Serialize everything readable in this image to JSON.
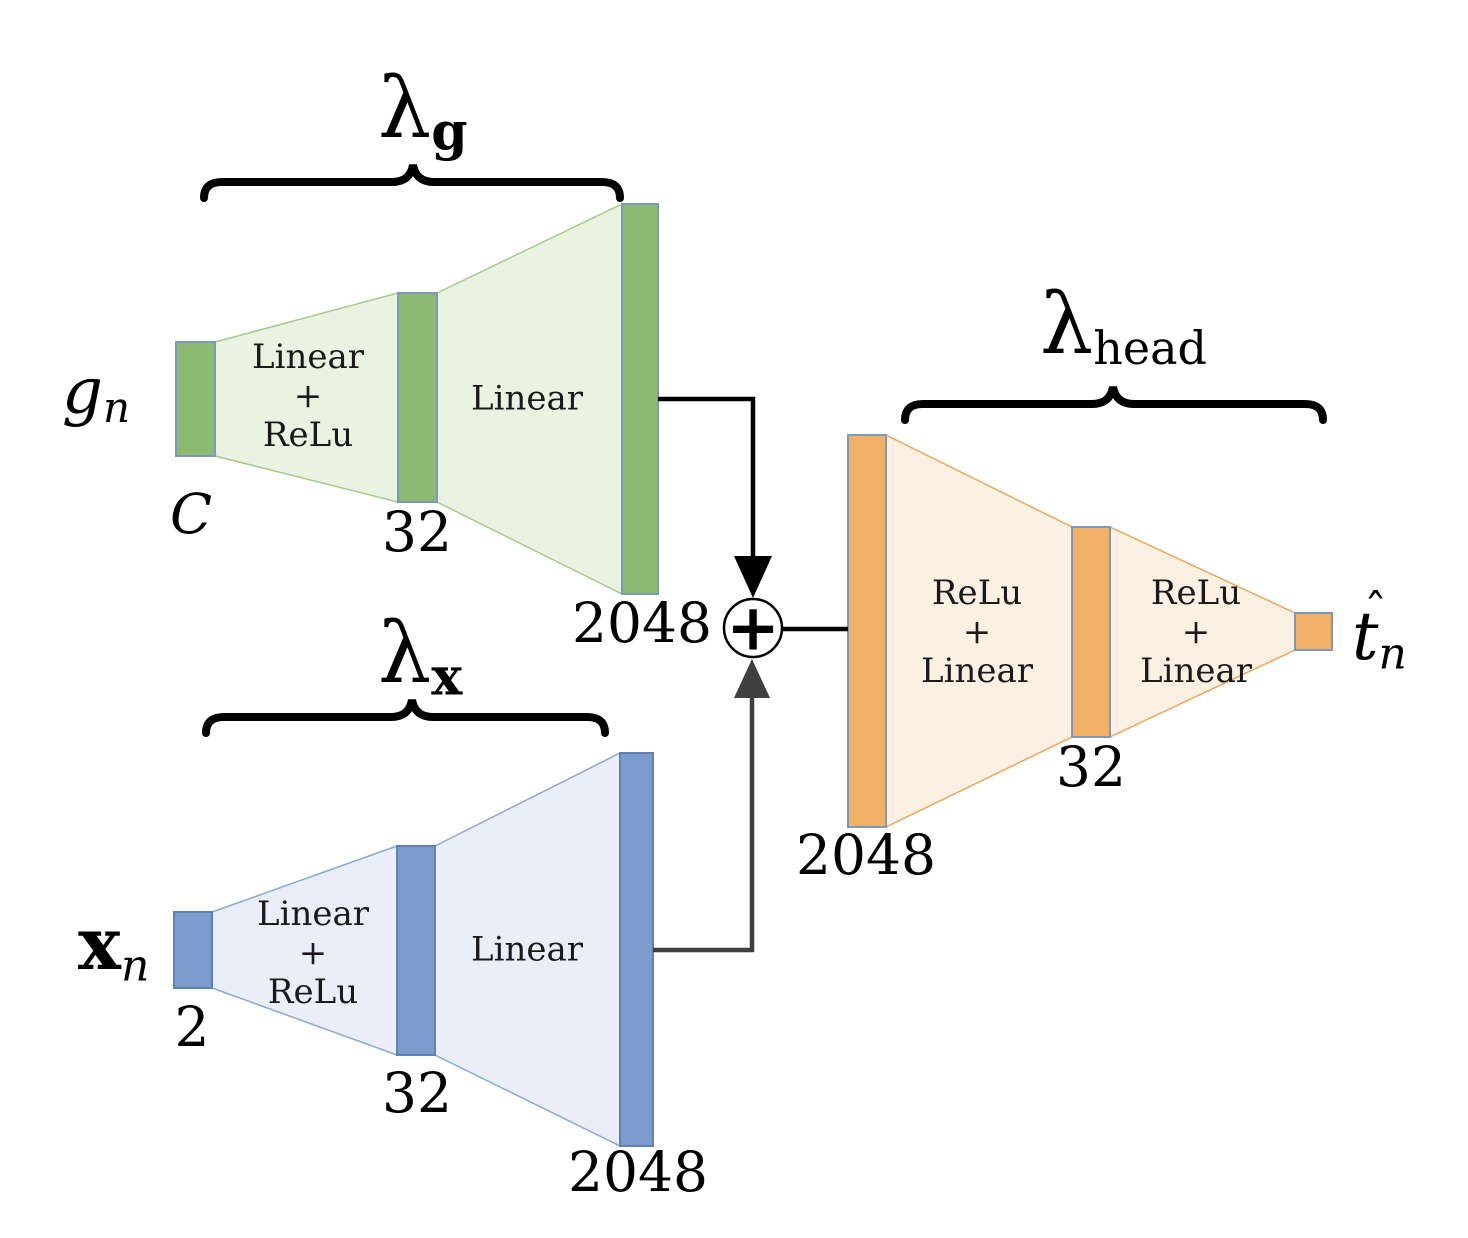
{
  "colors": {
    "green_bar": "#8CBA72",
    "green_fill": "#EAF3E2",
    "green_edge": "#A5CA8A",
    "blue_bar": "#7C9DCB",
    "blue_fill": "#E9EEF8",
    "blue_edge": "#8BA9D0",
    "orange_bar": "#F1B167",
    "orange_fill": "#FCF0E3",
    "orange_edge": "#EDA65C",
    "bar_outline": "#7E99B7",
    "bar_outline_blue": "#5F81AF",
    "arrow_black": "#000000",
    "arrow_gray": "#3F3F3F"
  },
  "g_branch": {
    "lambda": "λ",
    "lambda_sub": "g",
    "input_symbol": "g",
    "input_symbol_sub": "n",
    "input_dim": "C",
    "hidden_dim": "32",
    "output_dim": "2048",
    "layer1": [
      "Linear",
      "+",
      "ReLu"
    ],
    "layer2": [
      "Linear"
    ]
  },
  "x_branch": {
    "lambda": "λ",
    "lambda_sub": "x",
    "input_symbol": "x",
    "input_symbol_sub": "n",
    "input_dim": "2",
    "hidden_dim": "32",
    "output_dim": "2048",
    "layer1": [
      "Linear",
      "+",
      "ReLu"
    ],
    "layer2": [
      "Linear"
    ]
  },
  "head_branch": {
    "lambda": "λ",
    "lambda_sub": "head",
    "input_dim": "2048",
    "hidden_dim": "32",
    "layer1": [
      "ReLu",
      "+",
      "Linear"
    ],
    "layer2": [
      "ReLu",
      "+",
      "Linear"
    ],
    "output_symbol": "t",
    "output_hat": "ˆ",
    "output_symbol_sub": "n"
  },
  "merge": {
    "operator": "+"
  }
}
